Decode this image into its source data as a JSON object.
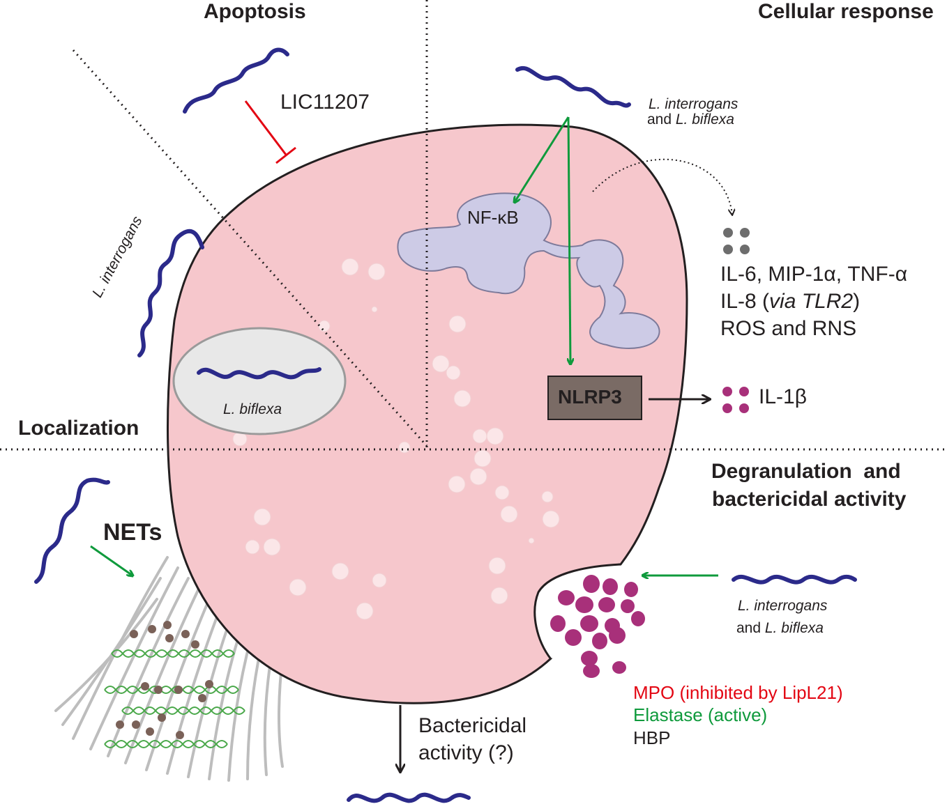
{
  "sections": {
    "apoptosis": "Apoptosis",
    "cellular_response": "Cellular response",
    "localization": "Localization",
    "degranulation_line1": "Degranulation  and",
    "degranulation_line2": "bactericidal activity"
  },
  "apoptosis_panel": {
    "inhibitor": "LIC11207"
  },
  "localization_panel": {
    "outer_species": "L. interrogans",
    "inner_species": "L. biflexa"
  },
  "cellular_panel": {
    "species_line1_a": "L. interrogans",
    "species_line2_a": "and ",
    "species_line2_b": "L. biflexa",
    "nfkb": "NF-κB",
    "nlrp3": "NLRP3",
    "il1b": "IL-1β",
    "cytokines_line1": "IL-6, MIP-1α, TNF-α",
    "cytokines_line2_a": "IL-8 (",
    "cytokines_line2_b": "via TLR2",
    "cytokines_line2_c": ")",
    "cytokines_line3": "ROS and RNS"
  },
  "nets_panel": {
    "label": "NETs"
  },
  "degranulation_panel": {
    "species_line1": "L. interrogans",
    "species_line2_a": "and ",
    "species_line2_b": "L. biflexa",
    "mpo": "MPO (inhibited by LipL21)",
    "elastase": "Elastase (active)",
    "hbp": "HBP"
  },
  "bactericidal": {
    "line1": "Bactericidal",
    "line2": "activity (?)"
  },
  "colors": {
    "cell_fill": "#f6c7cc",
    "nucleus_fill": "#cdcbe6",
    "leptospira": "#2b2a8a",
    "inhibition": "#e30613",
    "activation": "#0f9a3c",
    "granule": "#a8307a",
    "nlrp3_box": "#7a6b65"
  },
  "icons": [
    "leptospira-spiral",
    "inhibition-bar",
    "activation-arrow",
    "cytokine-dots",
    "granule",
    "net-fiber",
    "dna-helix"
  ]
}
